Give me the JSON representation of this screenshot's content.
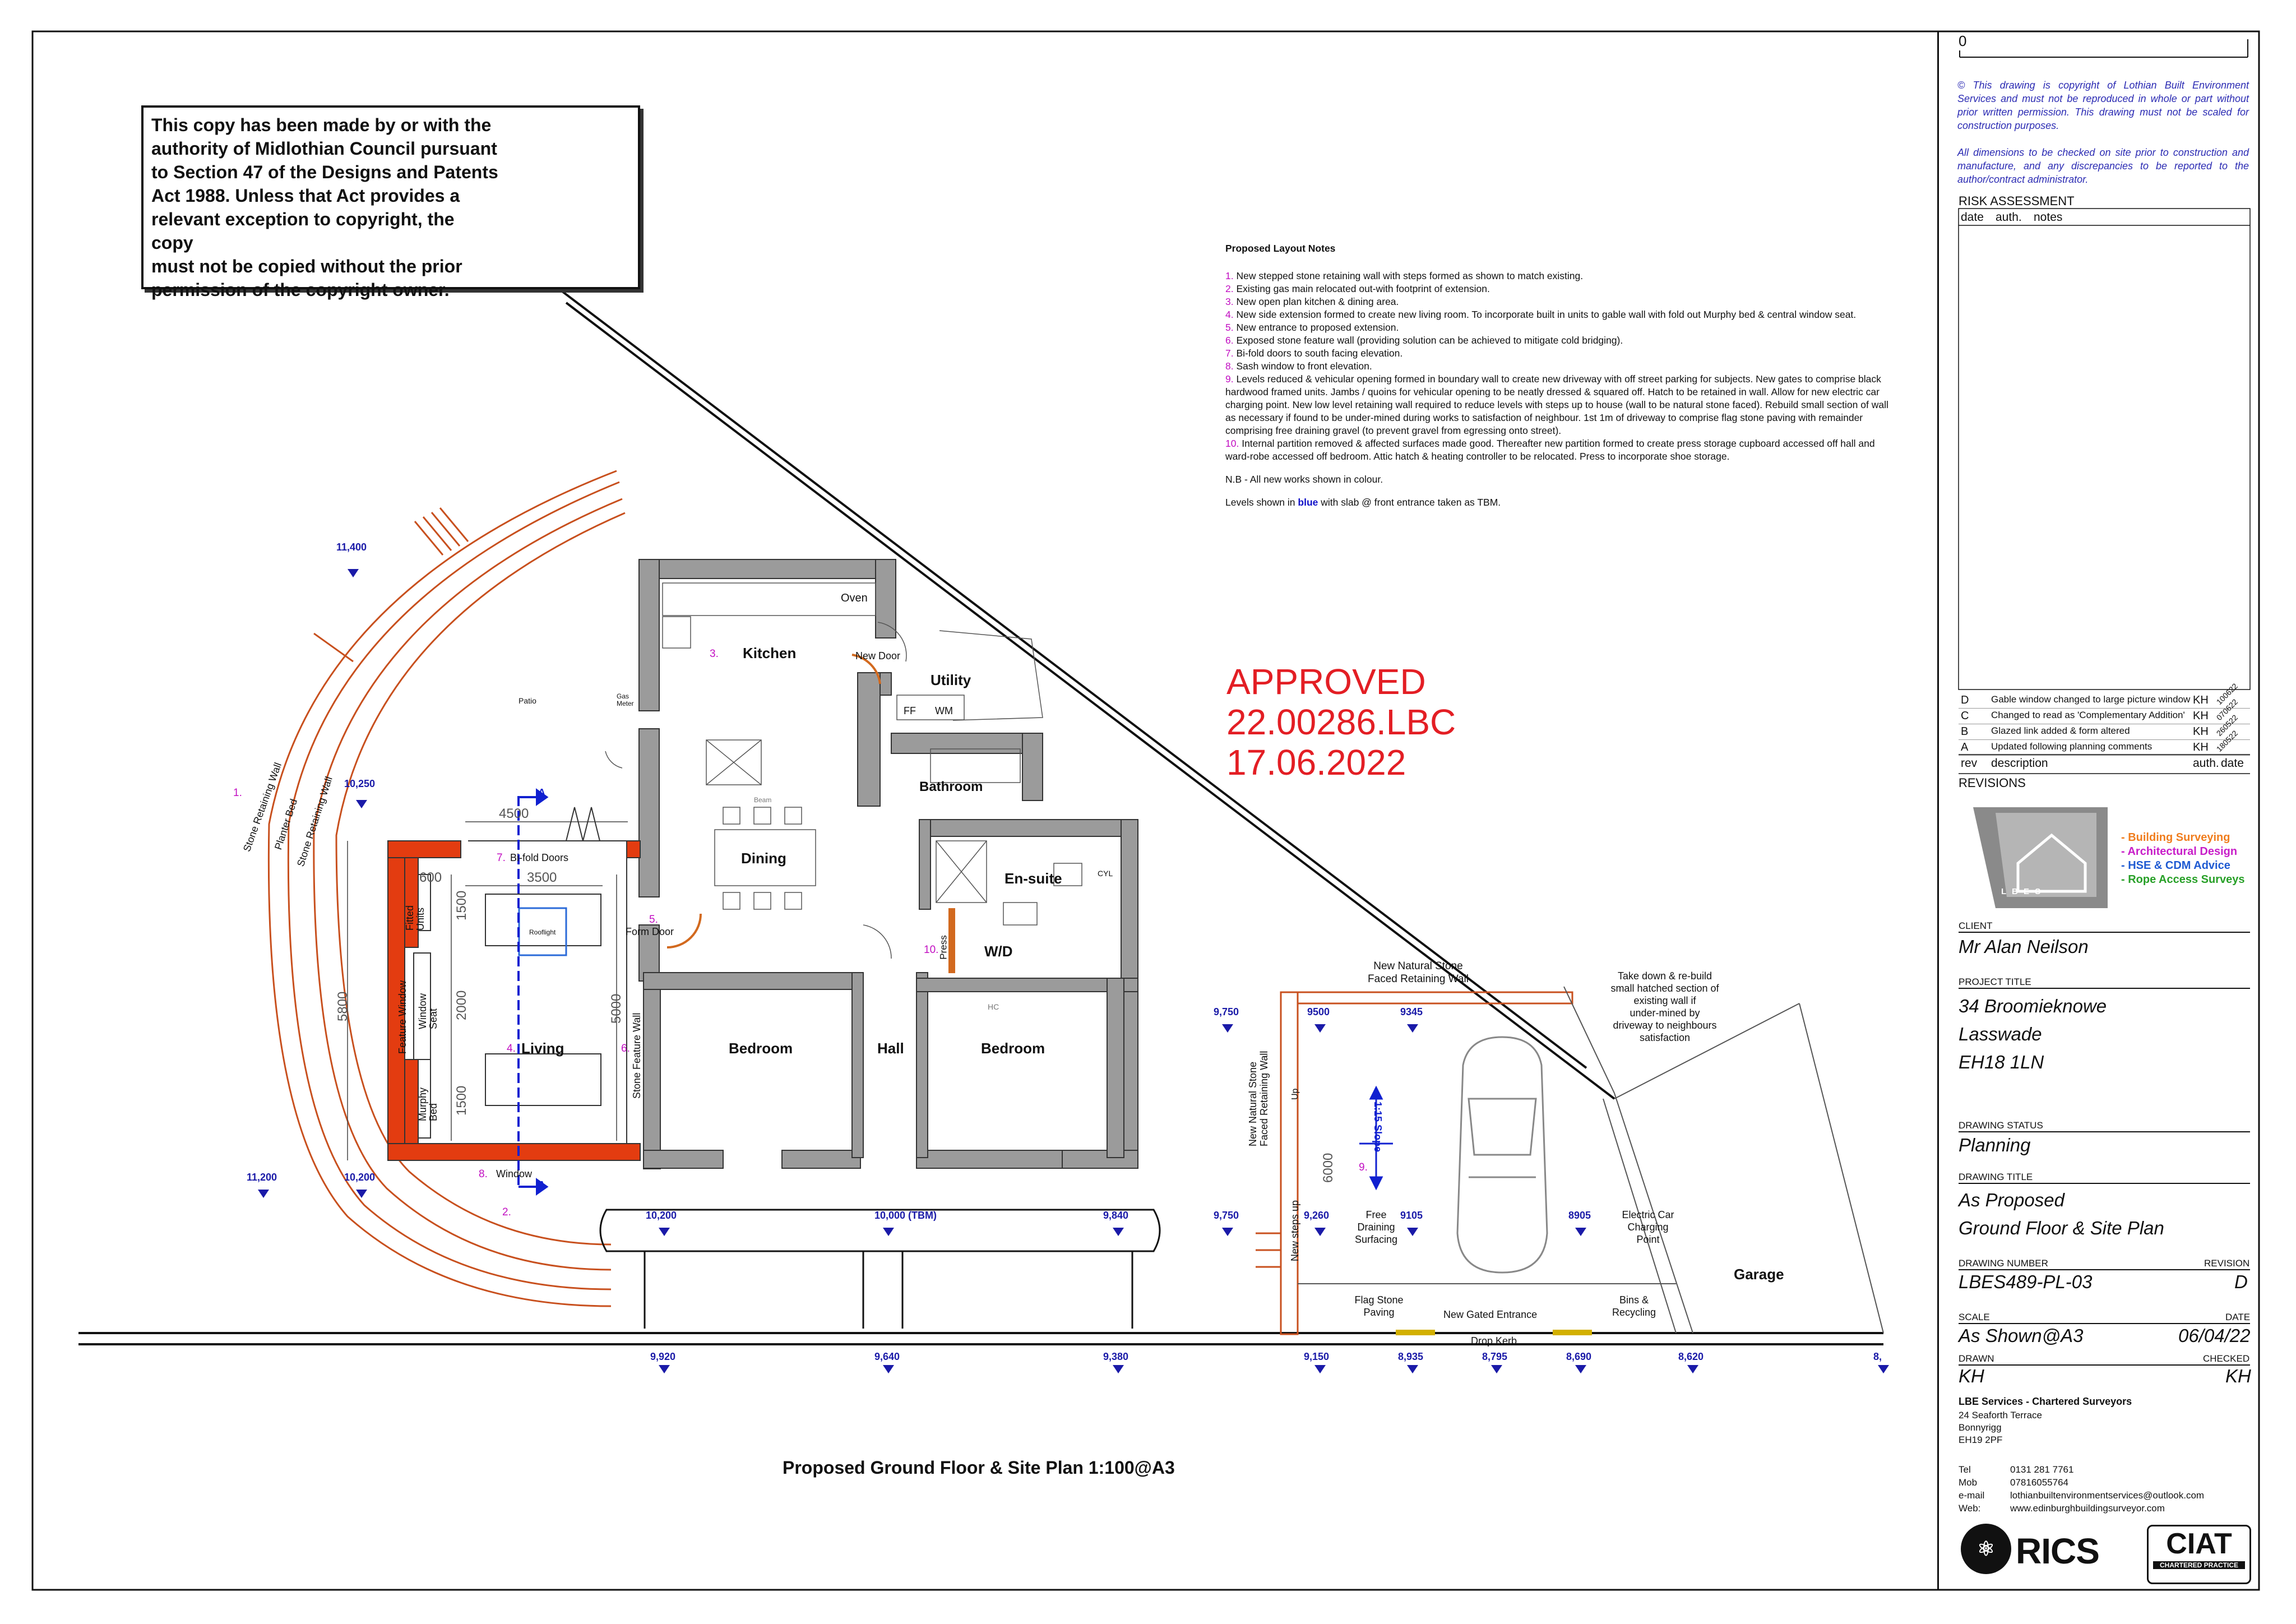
{
  "copyright_notice": "This copy has been made by or with the\nauthority of Midlothian Council pursuant\nto Section 47 of the Designs and Patents\nAct 1988. Unless that Act provides a\nrelevant exception to copyright, the copy\nmust not be copied without the prior\npermission of the copyright owner.",
  "notes": {
    "heading": "Proposed Layout Notes",
    "items": [
      {
        "num": "1.",
        "text": "New stepped stone retaining wall with steps formed as shown to match existing."
      },
      {
        "num": "2.",
        "text": "Existing gas main relocated out-with footprint of extension."
      },
      {
        "num": "3.",
        "text": "New open plan kitchen & dining area."
      },
      {
        "num": "4.",
        "text": "New side extension formed to create new living room. To incorporate built in units to gable wall with fold out Murphy bed & central window seat."
      },
      {
        "num": "5.",
        "text": "New entrance to proposed extension."
      },
      {
        "num": "6.",
        "text": "Exposed stone feature wall (providing solution can be achieved to mitigate cold bridging)."
      },
      {
        "num": "7.",
        "text": "Bi-fold doors to south facing elevation."
      },
      {
        "num": "8.",
        "text": "Sash window to front elevation."
      },
      {
        "num": "9.",
        "text": "Levels reduced & vehicular opening formed in boundary wall to create new driveway with off street parking for subjects. New gates to comprise black hardwood framed units. Jambs / quoins for vehicular opening to be neatly dressed & squared off. Hatch to be retained in wall. Allow for new electric car charging point. New low level retaining wall required to reduce levels with steps up to house (wall to be natural stone faced). Rebuild small section of wall as necessary if found to be under-mined during works to satisfaction of neighbour. 1st 1m of driveway to comprise flag stone paving with remainder comprising free draining gravel (to prevent gravel from egressing onto street)."
      },
      {
        "num": "10.",
        "text": "Internal partition removed & affected surfaces made good. Thereafter new partition formed to create press storage cupboard accessed off hall and ward-robe accessed off bedroom. Attic hatch & heating controller to be relocated. Press to incorporate shoe storage."
      }
    ],
    "nb": "N.B - All new works shown in colour.",
    "levels_a": "Levels shown in ",
    "levels_blue": "blue",
    "levels_b": " with slab @ front entrance taken as TBM."
  },
  "approval": "APPROVED\n22.00286.LBC\n17.06.2022",
  "title_block": {
    "scale_zero": "0",
    "rights_1": "© This drawing is copyright of Lothian Built Environment Services and must not be reproduced in whole or part without prior written permission. This drawing must not be scaled for construction purposes.",
    "rights_2": "All dimensions to be checked on site prior to construction and manufacture, and any discrepancies to be reported to the author/contract administrator.",
    "risk_assessment": "RISK ASSESSMENT",
    "risk_headers": [
      "date",
      "auth.",
      "notes"
    ],
    "revisions": [
      {
        "rev": "D",
        "description": "Gable window changed to large picture window",
        "auth": "KH",
        "date": "100622"
      },
      {
        "rev": "C",
        "description": "Changed to read as 'Complementary Addition'",
        "auth": "KH",
        "date": "070622"
      },
      {
        "rev": "B",
        "description": "Glazed link added & form altered",
        "auth": "KH",
        "date": "260522"
      },
      {
        "rev": "A",
        "description": "Updated following planning comments",
        "auth": "KH",
        "date": "180522"
      }
    ],
    "rev_headers": [
      "rev",
      "description",
      "auth.",
      "date"
    ],
    "revisions_label": "REVISIONS",
    "logo_letters": "L B E S",
    "services": [
      {
        "text": "- Building Surveying",
        "color": "#f07d1e"
      },
      {
        "text": "- Architectural Design",
        "color": "#c81ec8"
      },
      {
        "text": "- HSE & CDM Advice",
        "color": "#1e5ad2"
      },
      {
        "text": "- Rope Access Surveys",
        "color": "#28a028"
      }
    ],
    "client_label": "CLIENT",
    "client": "Mr Alan Neilson",
    "project_label": "PROJECT TITLE",
    "project": [
      "34 Broomieknowe",
      "Lasswade",
      "EH18 1LN"
    ],
    "status_label": "DRAWING STATUS",
    "status": "Planning",
    "title_label": "DRAWING TITLE",
    "title": [
      "As Proposed",
      "Ground Floor & Site Plan"
    ],
    "number_label": "DRAWING NUMBER",
    "revision_label": "REVISION",
    "number": "LBES489-PL-03",
    "revision": "D",
    "scale_label": "SCALE",
    "date_label": "DATE",
    "scale": "As Shown@A3",
    "date": "06/04/22",
    "drawn_label": "DRAWN",
    "checked_label": "CHECKED",
    "drawn": "KH",
    "checked": "KH",
    "company": "LBE Services - Chartered Surveyors",
    "address": [
      "24 Seaforth Terrace",
      "Bonnyrigg",
      "EH19 2PF"
    ],
    "contacts": [
      {
        "k": "Tel",
        "v": "0131 281 7761"
      },
      {
        "k": "Mob",
        "v": "07816055764"
      },
      {
        "k": "e-mail",
        "v": "lothianbuiltenvironmentservices@outlook.com"
      },
      {
        "k": "Web:",
        "v": "www.edinburghbuildingsurveyor.com"
      }
    ],
    "rics": "RICS",
    "ciat": "CIAT",
    "ciat_sub": "CHARTERED PRACTICE"
  },
  "caption": "Proposed Ground Floor & Site Plan 1:100@A3",
  "plan": {
    "rooms": {
      "kitchen": "Kitchen",
      "utility": "Utility",
      "bathroom": "Bathroom",
      "dining": "Dining",
      "ensuite": "En-suite",
      "wd": "W/D",
      "bedroom1": "Bedroom",
      "hall": "Hall",
      "bedroom2": "Bedroom",
      "living": "Living",
      "garage": "Garage"
    },
    "labels": {
      "oven": "Oven",
      "new_door": "New Door",
      "ff": "FF",
      "wm": "WM",
      "patio": "Patio",
      "gas_meter": "Gas\nMeter",
      "beam": "Beam",
      "form_door": "Form Door",
      "bifold": "Bi-fold Doors",
      "rooflight": "Rooflight",
      "window": "Window",
      "press": "Press",
      "fitted_units": "Fitted\nUnits",
      "feature_window": "Feature Window",
      "window_seat": "Window\nSeat",
      "murphy_bed": "Murphy\nBed",
      "stone_feature_wall": "Stone Feature Wall",
      "stone_retaining_wall": "Stone Retaining Wall",
      "planter_bed": "Planter Bed",
      "new_stone_wall": "New Natural Stone\nFaced Retaining Wall",
      "take_down": "Take down & re-build\nsmall hatched section of\nexisting wall if\nunder-mined by\ndriveway to neighbours\nsatisfaction",
      "side_wall": "New Natural Stone\nFaced Retaining Wall",
      "new_steps": "New steps up",
      "up": "Up",
      "free_draining": "Free\nDraining\nSurfacing",
      "slope": "1:15 Slope",
      "electric_car": "Electric Car\nCharging\nPoint",
      "flag_stone": "Flag Stone\nPaving",
      "gated_entrance": "New Gated Entrance",
      "drop_kerb": "Drop Kerb",
      "bins": "Bins &\nRecycling",
      "hc": "HC",
      "cyl": "CYL",
      "section_a": "A",
      "dim_4500": "4500",
      "dim_3500": "3500",
      "dim_600": "600",
      "dim_1500a": "1500",
      "dim_2000": "2000",
      "dim_1500b": "1500",
      "dim_5000": "5000",
      "dim_5800": "5800",
      "dim_6000": "6000"
    },
    "pnums": [
      "1.",
      "2.",
      "3.",
      "4.",
      "5.",
      "6.",
      "7.",
      "8.",
      "9.",
      "10."
    ],
    "levels": {
      "l11400": "11,400",
      "l10250": "10,250",
      "l11200": "11,200",
      "l10200a": "10,200",
      "l10200b": "10,200",
      "l10000": "10,000 (TBM)",
      "l9840": "9,840",
      "l9750a": "9,750",
      "l9750b": "9,750",
      "l9500": "9500",
      "l9345": "9345",
      "l9260": "9,260",
      "l9105": "9105",
      "l8905": "8905",
      "l9920": "9,920",
      "l9640": "9,640",
      "l9380": "9,380",
      "l9150": "9,150",
      "l8935": "8,935",
      "l8795": "8,795",
      "l8690": "8,690",
      "l8620": "8,620",
      "l8edge": "8,"
    }
  }
}
